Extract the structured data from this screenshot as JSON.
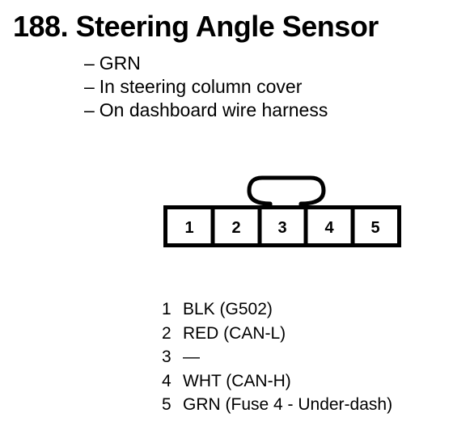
{
  "title": "188. Steering Angle Sensor",
  "notes": [
    {
      "dash": "–",
      "text": "GRN"
    },
    {
      "dash": "–",
      "text": "In steering column cover"
    },
    {
      "dash": "–",
      "text": "On dashboard wire harness"
    }
  ],
  "connector": {
    "pins": [
      "1",
      "2",
      "3",
      "4",
      "5"
    ]
  },
  "pinout": [
    {
      "num": "1",
      "desc": "BLK (G502)"
    },
    {
      "num": "2",
      "desc": "RED (CAN-L)"
    },
    {
      "num": "3",
      "desc": "—"
    },
    {
      "num": "4",
      "desc": "WHT (CAN-H)"
    },
    {
      "num": "5",
      "desc": "GRN (Fuse 4 - Under-dash)"
    }
  ]
}
